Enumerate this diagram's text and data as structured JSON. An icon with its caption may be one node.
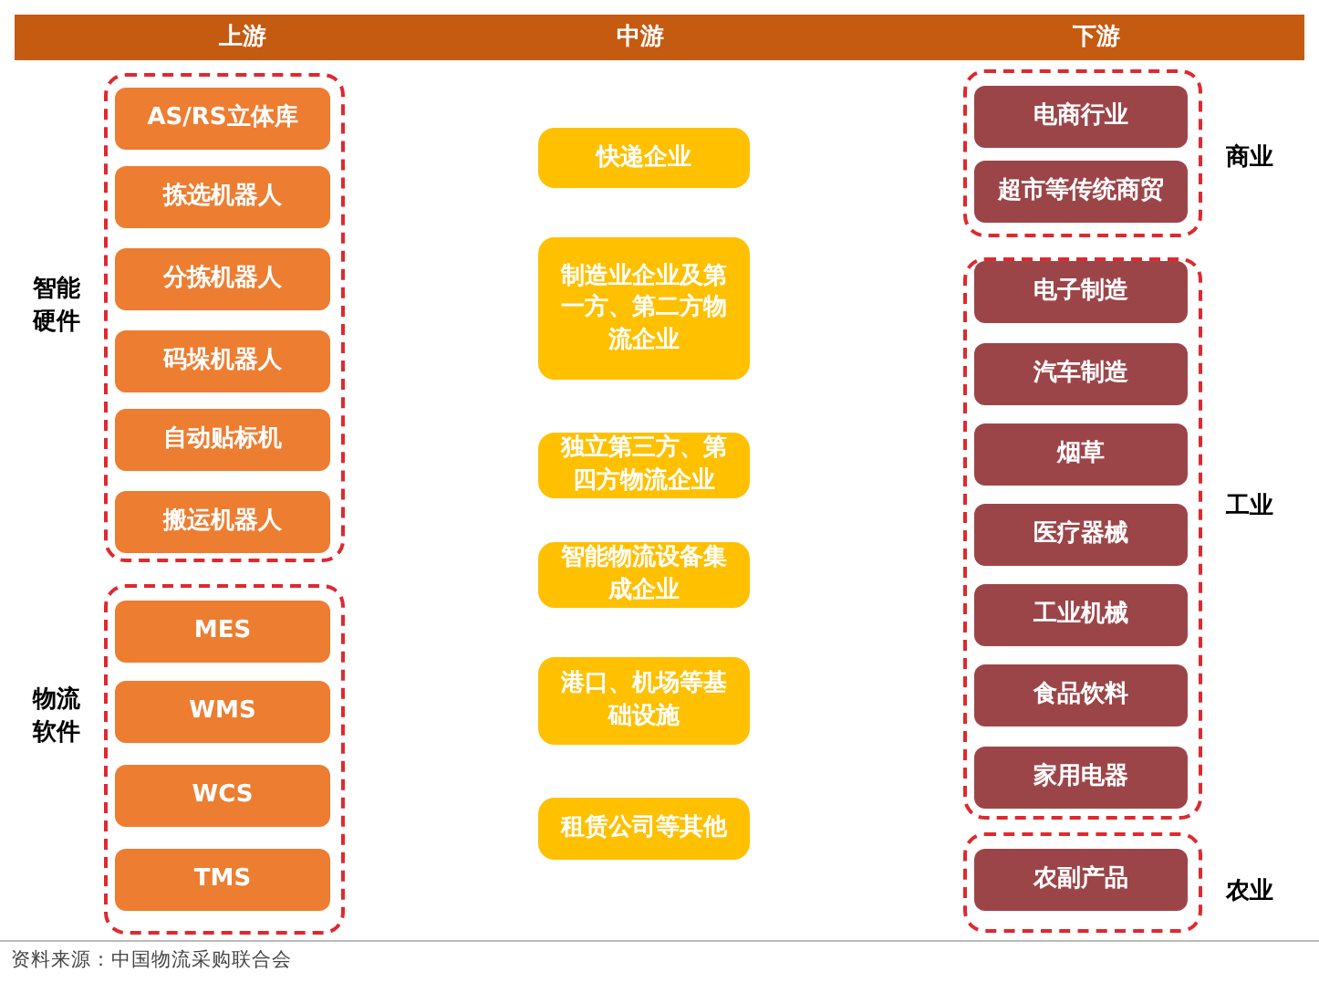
{
  "diagram": {
    "caption": "资料来源：中国物流采购联合会",
    "nodes": [
      {
        "text": [
          "上游",
          "中游",
          "下游"
        ]
      },
      {
        "text": [
          "智能硬件"
        ]
      },
      {
        "text": [
          "AS/RS立体库"
        ],
        "in": 1
      },
      {
        "text": [
          "拣选机器人"
        ],
        "in": 1
      },
      {
        "text": [
          "分拣机器人"
        ],
        "in": 1
      },
      {
        "text": [
          "码垛机器人"
        ],
        "in": 1
      },
      {
        "text": [
          "自动贴标机"
        ],
        "in": 1
      },
      {
        "text": [
          "搬运机器人"
        ],
        "in": 1
      },
      {
        "text": [
          "物流软件"
        ]
      },
      {
        "text": [
          "MES"
        ],
        "in": 8
      },
      {
        "text": [
          "WMS"
        ],
        "in": 8
      },
      {
        "text": [
          "WCS"
        ],
        "in": 8
      },
      {
        "text": [
          "TMS"
        ],
        "in": 8
      },
      {
        "text": [
          "快递企业"
        ]
      },
      {
        "text": [
          "制造业企业及第一方、第二方物流企业"
        ]
      },
      {
        "text": [
          "独立第三方、第四方物流企业"
        ]
      },
      {
        "text": [
          "智能物流设备集成企业"
        ]
      },
      {
        "text": [
          "港口、机场等基础设施"
        ]
      },
      {
        "text": [
          "租赁公司等其他"
        ]
      },
      {
        "text": [
          "商业"
        ]
      },
      {
        "text": [
          "电商行业"
        ],
        "in": 19
      },
      {
        "text": [
          "超市等传统商贸"
        ],
        "in": 19
      },
      {
        "text": [
          "工业"
        ]
      },
      {
        "text": [
          "电子制造"
        ],
        "in": 22
      },
      {
        "text": [
          "汽车制造"
        ],
        "in": 22
      },
      {
        "text": [
          "烟草"
        ],
        "in": 22
      },
      {
        "text": [
          "医疗器械"
        ],
        "in": 22
      },
      {
        "text": [
          "工业机械"
        ],
        "in": 22
      },
      {
        "text": [
          "食品饮料"
        ],
        "in": 22
      },
      {
        "text": [
          "家用电器"
        ],
        "in": 22
      },
      {
        "text": [
          "农业"
        ]
      },
      {
        "text": [
          "农副产品"
        ],
        "in": 30
      }
    ],
    "edges": []
  }
}
